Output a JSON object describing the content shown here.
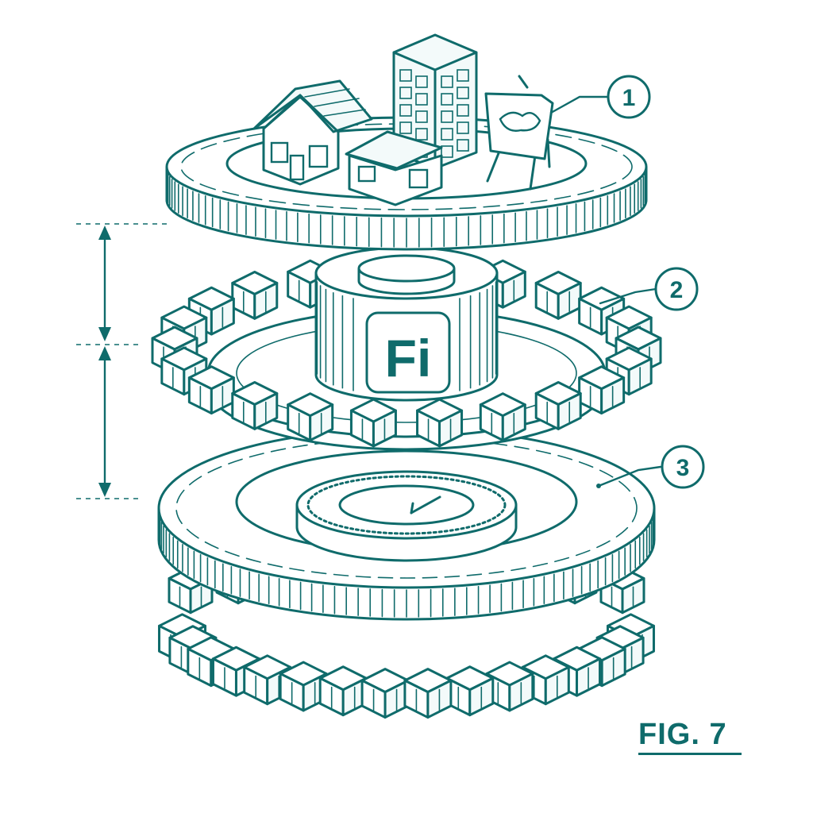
{
  "figure": {
    "label": "FIG. 7",
    "ink_color": "#0f6b6b",
    "background_color": "#ffffff"
  },
  "callouts": [
    {
      "number": "1"
    },
    {
      "number": "2"
    },
    {
      "number": "3"
    }
  ],
  "center_logo": {
    "text": "Fi"
  },
  "icons": [
    "house-icon",
    "office-building-icon",
    "small-house-icon",
    "easel-map-icon",
    "coin-icon",
    "clock-hand-icon",
    "block-icon"
  ]
}
